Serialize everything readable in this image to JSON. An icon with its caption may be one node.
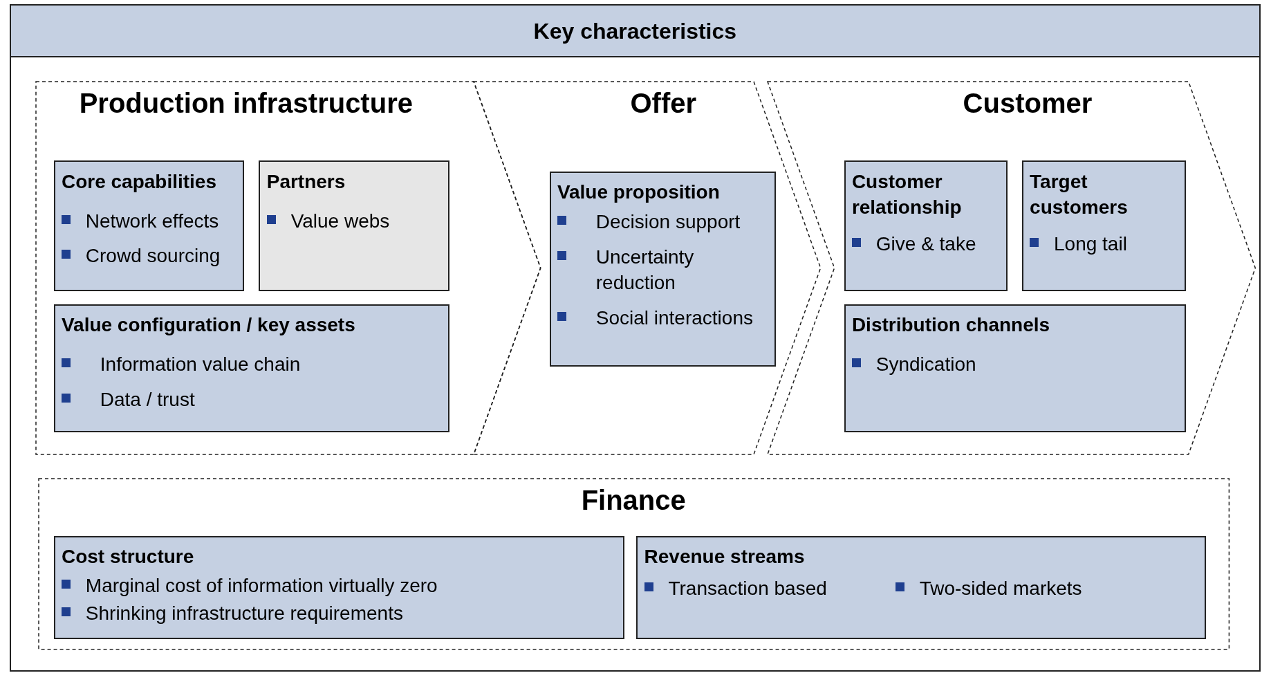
{
  "diagram": {
    "nodes": [
      {
        "text": [
          "Key characteristics"
        ]
      },
      {
        "text": [
          "Production infrastructure"
        ],
        "in": 0
      },
      {
        "text": [
          "Core capabilities",
          "Network effects",
          "Crowd sourcing"
        ],
        "in": 1
      },
      {
        "text": [
          "Partners",
          "Value webs"
        ],
        "in": 1
      },
      {
        "text": [
          "Value configuration / key assets",
          "Information value chain",
          "Data / trust"
        ],
        "in": 1
      },
      {
        "text": [
          "Offer"
        ],
        "in": 0
      },
      {
        "text": [
          "Value proposition",
          "Decision support",
          "Uncertainty reduction",
          "Social interactions"
        ],
        "in": 5
      },
      {
        "text": [
          "Customer"
        ],
        "in": 0
      },
      {
        "text": [
          "Customer relationship",
          "Give & take"
        ],
        "in": 7
      },
      {
        "text": [
          "Target customers",
          "Long tail"
        ],
        "in": 7
      },
      {
        "text": [
          "Distribution channels",
          "Syndication"
        ],
        "in": 7
      },
      {
        "text": [
          "Finance"
        ],
        "in": 0
      },
      {
        "text": [
          "Cost structure",
          "Marginal cost of information virtually zero",
          "Shrinking infrastructure requirements"
        ],
        "in": 11
      },
      {
        "text": [
          "Revenue streams",
          "Transaction based",
          "Two-sided markets"
        ],
        "in": 11
      }
    ]
  }
}
